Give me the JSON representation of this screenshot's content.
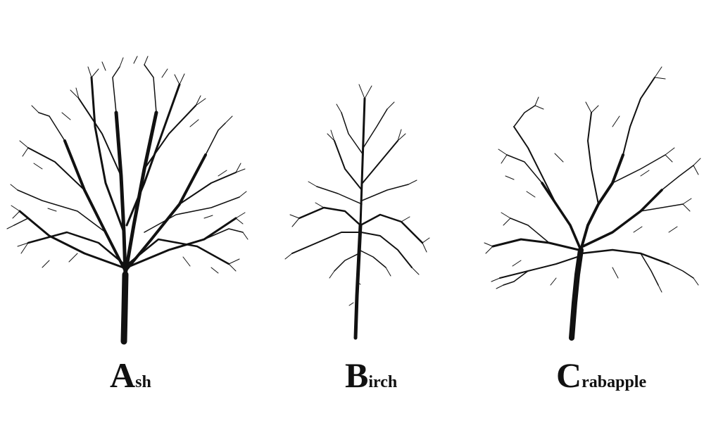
{
  "trees": [
    {
      "initial": "A",
      "rest": "sh",
      "name": "Ash"
    },
    {
      "initial": "B",
      "rest": "irch",
      "name": "Birch"
    },
    {
      "initial": "C",
      "rest": "rabapple",
      "name": "Crabapple"
    }
  ],
  "colors": {
    "ink": "#111111",
    "background": "#ffffff"
  }
}
